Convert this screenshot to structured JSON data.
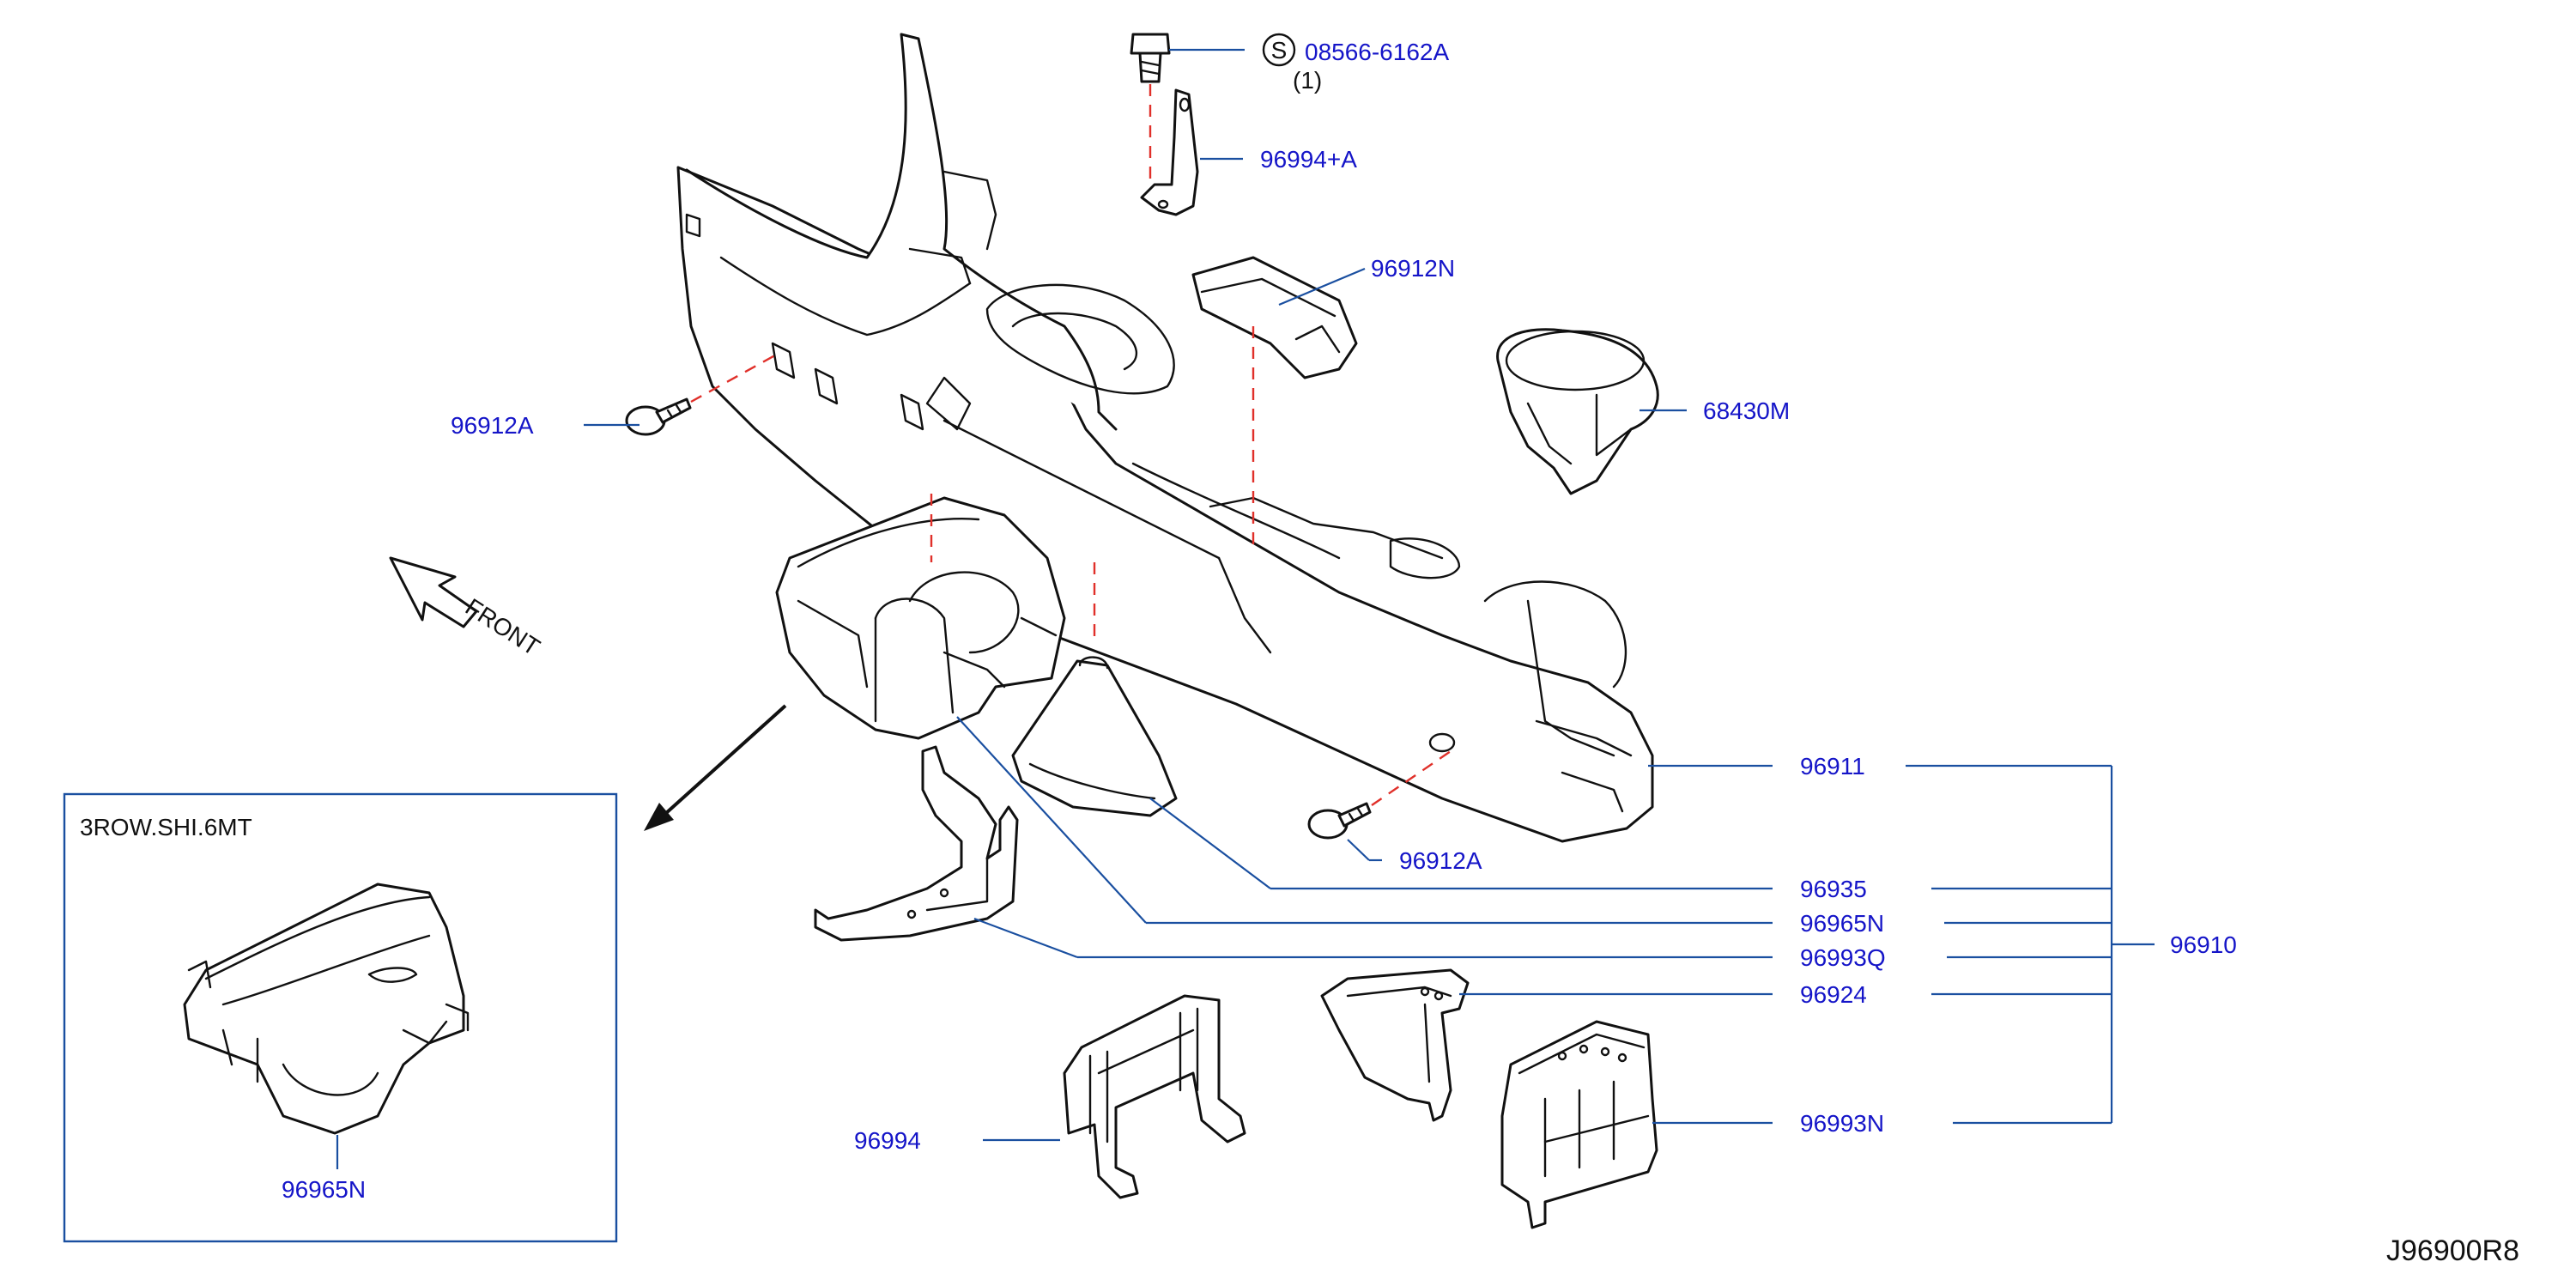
{
  "diagram": {
    "diagram_id": "J96900R8",
    "direction_label": "FRONT",
    "inset": {
      "title": "3ROW.SHI.6MT",
      "part_label": "96965N"
    },
    "screw_symbol": "S",
    "screw_part": "08566-6162A",
    "screw_qty": "(1)",
    "parts": {
      "p96994A": "96994+A",
      "p96912N": "96912N",
      "p68430M": "68430M",
      "p96912A_left": "96912A",
      "p96912A_right": "96912A",
      "p96911": "96911",
      "p96935": "96935",
      "p96965N": "96965N",
      "p96993Q": "96993Q",
      "p96924": "96924",
      "p96993N": "96993N",
      "p96994": "96994",
      "p96910": "96910"
    }
  }
}
